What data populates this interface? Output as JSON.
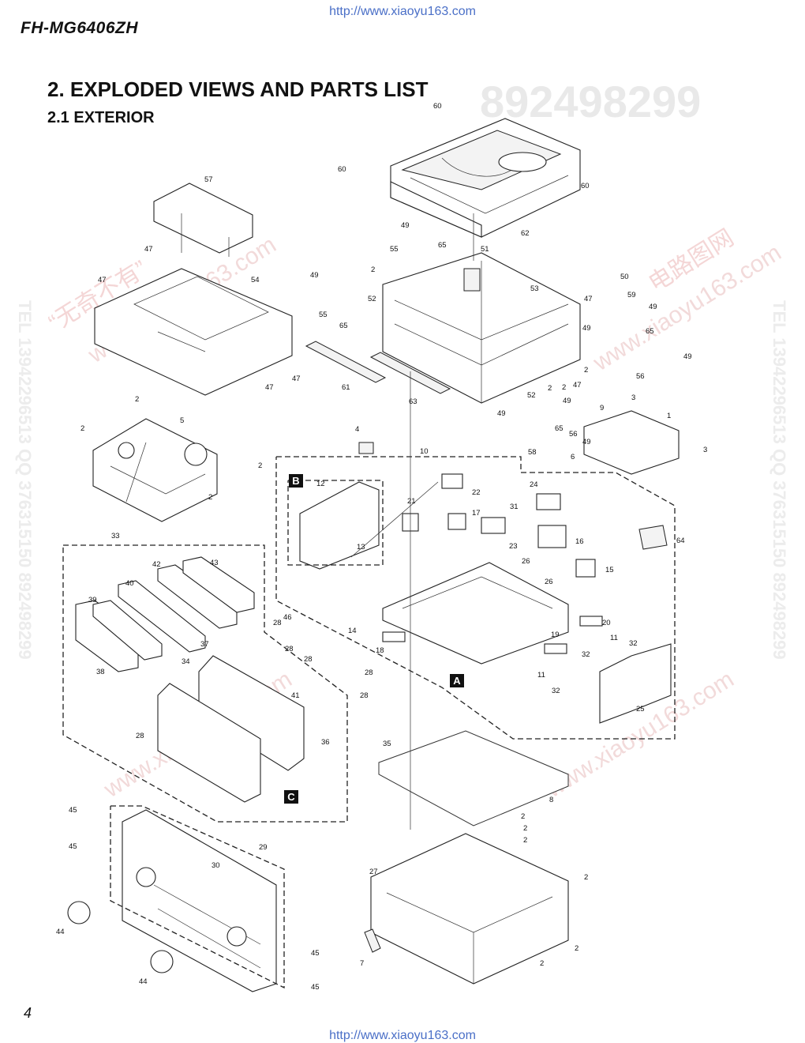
{
  "header": {
    "url": "http://www.xiaoyu163.com",
    "model": "FH-MG6406ZH"
  },
  "section": {
    "title": "2. EXPLODED VIEWS AND PARTS LIST",
    "subtitle": "2.1 EXTERIOR"
  },
  "diagram": {
    "watermark_number": "892498299",
    "watermark_side_left": "TEL 13942296513 QQ 376315150 892498299",
    "watermark_side_right": "TEL 13942296513 QQ 376315150 892498299",
    "watermark_cn": "电路图网",
    "watermark_cn2": "“无奇不有”",
    "watermark_url": "www.xiaoyu163.com",
    "boxes": [
      {
        "label": "B"
      },
      {
        "label": "A"
      },
      {
        "label": "C"
      }
    ],
    "callouts": [
      "60",
      "60",
      "60",
      "62",
      "57",
      "47",
      "47",
      "54",
      "47",
      "47",
      "49",
      "2",
      "55",
      "65",
      "49",
      "55",
      "65",
      "52",
      "51",
      "53",
      "61",
      "63",
      "50",
      "59",
      "49",
      "49",
      "65",
      "56",
      "49",
      "47",
      "2",
      "2",
      "47",
      "2",
      "52",
      "49",
      "49",
      "58",
      "65",
      "56",
      "49",
      "6",
      "9",
      "3",
      "1",
      "3",
      "2",
      "2",
      "5",
      "2",
      "2",
      "4",
      "10",
      "12",
      "13",
      "21",
      "22",
      "17",
      "23",
      "31",
      "24",
      "16",
      "26",
      "26",
      "15",
      "64",
      "20",
      "19",
      "11",
      "32",
      "11",
      "32",
      "32",
      "25",
      "14",
      "18",
      "33",
      "42",
      "43",
      "40",
      "39",
      "34",
      "37",
      "38",
      "46",
      "28",
      "28",
      "28",
      "28",
      "28",
      "35",
      "41",
      "36",
      "28",
      "8",
      "2",
      "2",
      "2",
      "27",
      "2",
      "2",
      "2",
      "7",
      "45",
      "45",
      "29",
      "30",
      "44",
      "44",
      "45",
      "45"
    ]
  },
  "footer": {
    "page_number": "4",
    "url": "http://www.xiaoyu163.com"
  }
}
